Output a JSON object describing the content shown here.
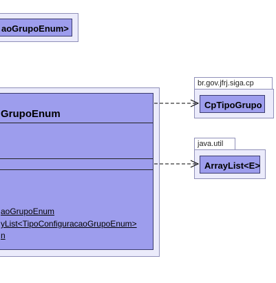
{
  "top_box": {
    "label": "aoGrupoEnum>"
  },
  "main_class": {
    "title": "GrupoEnum",
    "members": [
      "aoGrupoEnum",
      "yList<TipoConfiguracaoGrupoEnum>",
      "n"
    ]
  },
  "dependencies": [
    {
      "package": "br.gov.jfrj.siga.cp",
      "class": "CpTipoGrupo"
    },
    {
      "package": "java.util",
      "class": "ArrayList<E>"
    }
  ],
  "colors": {
    "box_fill": "#9d9ded",
    "frame_fill": "#ebebfb",
    "line": "#000000"
  }
}
